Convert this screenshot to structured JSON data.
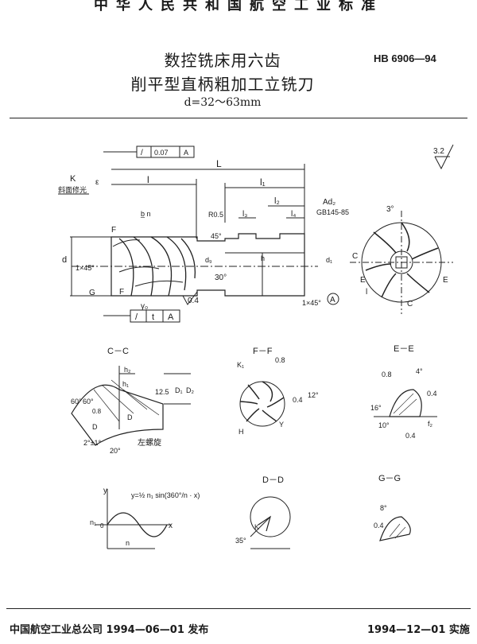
{
  "header": {
    "standard_title": "中华人民共和国航空工业标准",
    "code": "HB 6906—94"
  },
  "title": {
    "line1": "数控铣床用六齿",
    "line2": "削平型直柄粗加工立铣刀",
    "range": "d=32～63mm"
  },
  "footer": {
    "issued": "中国航空工业总公司 1994—06—01 发布",
    "effective": "1994—12—01 实施"
  },
  "main_view": {
    "tolerance_frame": [
      "/",
      "0.07",
      "A"
    ],
    "runout_frame": [
      "/",
      "t",
      "A"
    ],
    "roughness": "3.2",
    "labels": {
      "K": "K",
      "K_note": "斜面修光",
      "epsilon": "ε",
      "L": "L",
      "l": "l",
      "l1": "l₁",
      "l2": "l₂",
      "l3": "l₃",
      "l4": "l₄",
      "angle_3": "3°",
      "Ad2": "Ad₂",
      "gb": "GB145-85",
      "R05": "R0.5",
      "chamfer_45": "45°",
      "b_n": "b̲ n",
      "F_top": "F",
      "F_bot": "F",
      "d": "d",
      "chamfer_1x45": "1×45°",
      "G": "G",
      "dg": "d₉",
      "h": "h",
      "d1": "d₁",
      "angle_30": "30°",
      "gamma0": "γ₀",
      "r04": "0.4",
      "chamfer_1x45_b": "1×45°",
      "datum_A": "A",
      "lc": "l",
      "sect_C": "C",
      "sect_E": "E"
    }
  },
  "section_cc": {
    "title": "C－C",
    "labels": {
      "h2": "h₂",
      "h1": "h₁",
      "r125": "12.5",
      "D1": "D₁",
      "D2": "D₂",
      "a60": "60°",
      "b60": "60°",
      "r08": "0.8",
      "D": "D",
      "Dp": "D",
      "pitch": "2°±1°",
      "a20": "20°",
      "left_spiral": "左螺旋"
    }
  },
  "section_ff": {
    "title": "F－F",
    "labels": {
      "K1": "K₁",
      "r08": "0.8",
      "r04": "0.4",
      "a12": "12°",
      "H": "H",
      "Y": "Y"
    }
  },
  "section_ee": {
    "title": "E－E",
    "labels": {
      "r08": "0.8",
      "a4": "4°",
      "r04a": "0.4",
      "a16": "16°",
      "a10": "10°",
      "f2": "f₂",
      "r04b": "0.4"
    }
  },
  "section_dd": {
    "title": "D－D",
    "labels": {
      "K": "K",
      "a35": "35°"
    }
  },
  "section_gg": {
    "title": "G－G",
    "labels": {
      "a8": "8°",
      "r04": "0.4"
    }
  },
  "wave_plot": {
    "formula": "y=½ n₁ sin(360°/n · x)",
    "labels": {
      "y": "y",
      "x": "x",
      "n1": "n₁",
      "origin": "0",
      "n": "n"
    }
  }
}
